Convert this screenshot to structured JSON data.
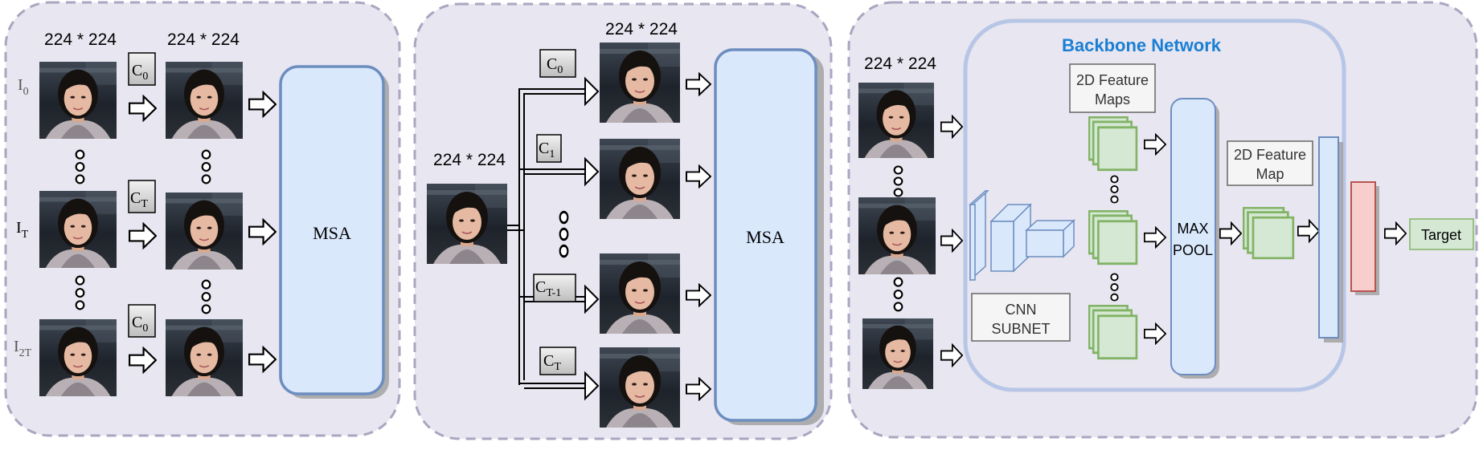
{
  "panel1": {
    "size_label_input": "224 * 224",
    "size_label_output": "224 * 224",
    "row_labels": [
      {
        "base": "I",
        "sub": "0"
      },
      {
        "base": "I",
        "sub": "T"
      },
      {
        "base": "I",
        "sub": "2T"
      }
    ],
    "crop_labels": [
      {
        "base": "C",
        "sub": "0"
      },
      {
        "base": "C",
        "sub": "T"
      },
      {
        "base": "C",
        "sub": "0"
      }
    ],
    "msa_label": "MSA"
  },
  "panel2": {
    "size_label_input": "224 * 224",
    "size_label_output": "224 * 224",
    "crop_labels": [
      {
        "base": "C",
        "sub": "0"
      },
      {
        "base": "C",
        "sub": "1"
      },
      {
        "base": "C",
        "sub": "T-1"
      },
      {
        "base": "C",
        "sub": "T"
      }
    ],
    "msa_label": "MSA"
  },
  "panel3": {
    "size_label": "224 * 224",
    "backbone_title": "Backbone Network",
    "feature_maps_label": [
      "2D Feature",
      "Maps"
    ],
    "feature_map_label": [
      "2D Feature",
      "Map"
    ],
    "cnn_label": [
      "CNN",
      "SUBNET"
    ],
    "maxpool_label": [
      "MAX",
      "POOL"
    ],
    "target_label": "Target"
  },
  "colors": {
    "panel_bg": "#e8e6f0",
    "panel_border": "#a9a6c0",
    "msa_fill": "#dae8fc",
    "msa_border": "#6c8ebf",
    "backbone_border": "#b7c6e6",
    "backbone_title": "#1a7fd4",
    "feature_fill": "#d5e8d4",
    "feature_border": "#82b366",
    "red_fill": "#f8cecc",
    "red_border": "#b85450",
    "label_box_fill": "#d9d9d9"
  }
}
